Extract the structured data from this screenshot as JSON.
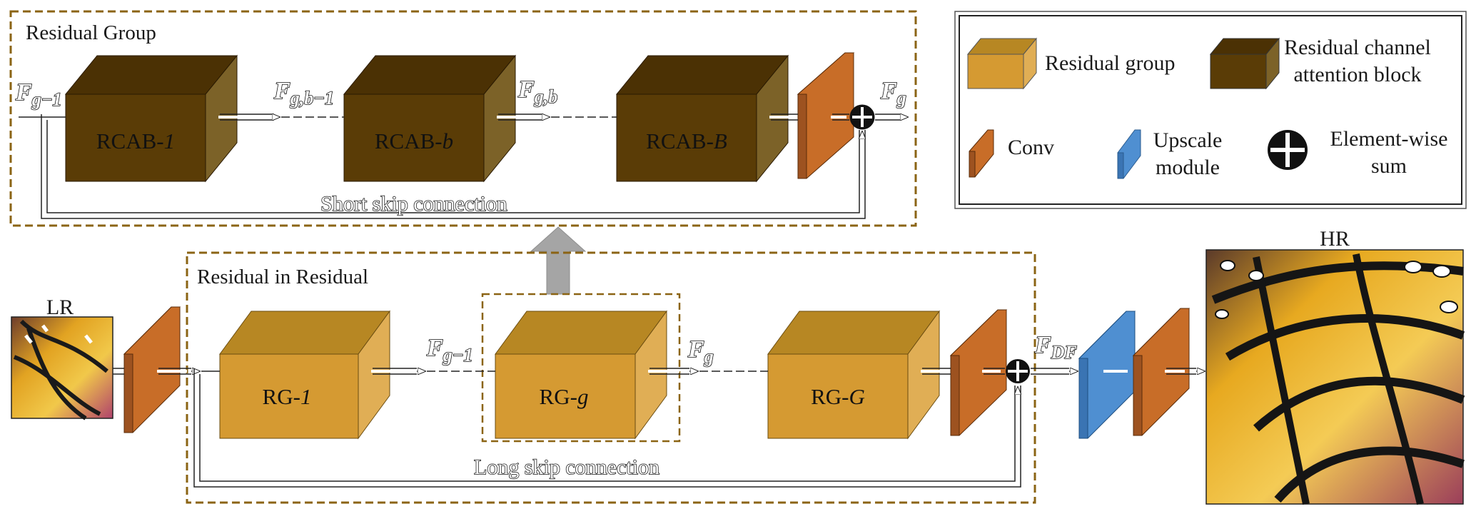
{
  "residual_group": {
    "title": "Residual Group",
    "blocks": [
      "RCAB-",
      "RCAB-",
      "RCAB-"
    ],
    "block_suffix": [
      "1",
      "b",
      "B"
    ],
    "signals": {
      "input_base": "F",
      "input_sub": "g−1",
      "mid1_base": "F",
      "mid1_sub": "g,b−1",
      "mid2_base": "F",
      "mid2_sub": "g,b",
      "out_base": "F",
      "out_sub": "g"
    },
    "skip_label": "Short skip connection"
  },
  "rir": {
    "title": "Residual in Residual",
    "blocks": [
      "RG-",
      "RG-",
      "RG-"
    ],
    "block_suffix": [
      "1",
      "g",
      "G"
    ],
    "signals": {
      "a_base": "F",
      "a_sub": "g−1",
      "b_base": "F",
      "b_sub": "g",
      "df_base": "F",
      "df_sub": "DF"
    },
    "skip_label": "Long skip connection"
  },
  "io": {
    "lr": "LR",
    "hr": "HR"
  },
  "legend": {
    "residual_group": "Residual group",
    "rcab_line1": "Residual channel",
    "rcab_line2": "attention block",
    "conv": "Conv",
    "upscale_line1": "Upscale",
    "upscale_line2": "module",
    "sum_line1": "Element-wise",
    "sum_line2": "sum"
  },
  "colors": {
    "rcab_front": "#5a3c06",
    "rcab_top": "#4b3104",
    "rcab_side": "#7c6228",
    "rg_front": "#d59a32",
    "rg_top": "#b78723",
    "rg_side": "#e0ae55",
    "conv": "#c86d28",
    "upscale": "#4f8fd1",
    "dashed_border": "#8b6414"
  }
}
